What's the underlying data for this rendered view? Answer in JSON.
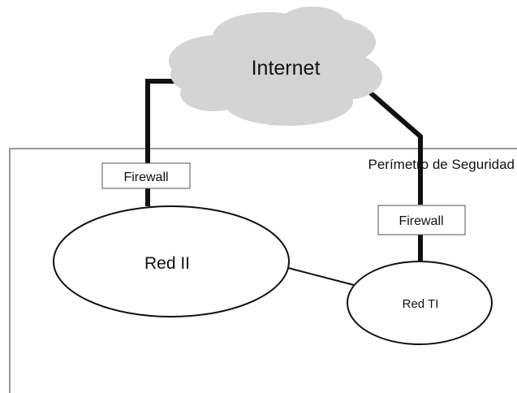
{
  "cloud": {
    "label": "Internet",
    "fill": "#d4d4d4"
  },
  "perimeter": {
    "label": "Perímetro de Seguridad"
  },
  "firewalls": [
    {
      "label": "Firewall"
    },
    {
      "label": "Firewall"
    }
  ],
  "networks": [
    {
      "label": "Red II"
    },
    {
      "label": "Red TI"
    }
  ],
  "colors": {
    "line": "#111111",
    "background": "#ffffff"
  }
}
